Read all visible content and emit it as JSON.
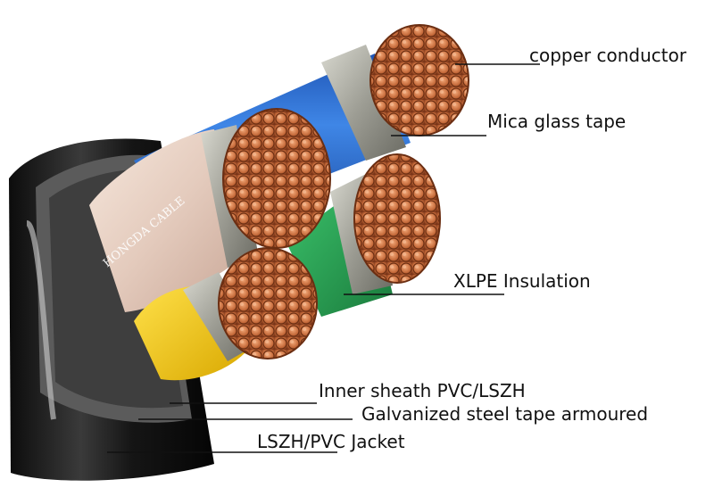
{
  "labels": {
    "copper_conductor": "copper conductor",
    "mica_glass_tape": "Mica glass tape",
    "xlpe_insulation": "XLPE Insulation",
    "inner_sheath": "Inner sheath PVC/LSZH",
    "steel_tape": "Galvanized steel tape armoured",
    "jacket": "LSZH/PVC Jacket"
  },
  "brand_print": "HONGDA CABLE",
  "colors": {
    "copper": "#c9703f",
    "blue_core": "#2f6fd0",
    "beige_core": "#e9d3c6",
    "green_core": "#2ea55a",
    "yellow_core": "#f2cf1a",
    "jacket": "#1a1a1a",
    "leader_line": "#111111"
  }
}
